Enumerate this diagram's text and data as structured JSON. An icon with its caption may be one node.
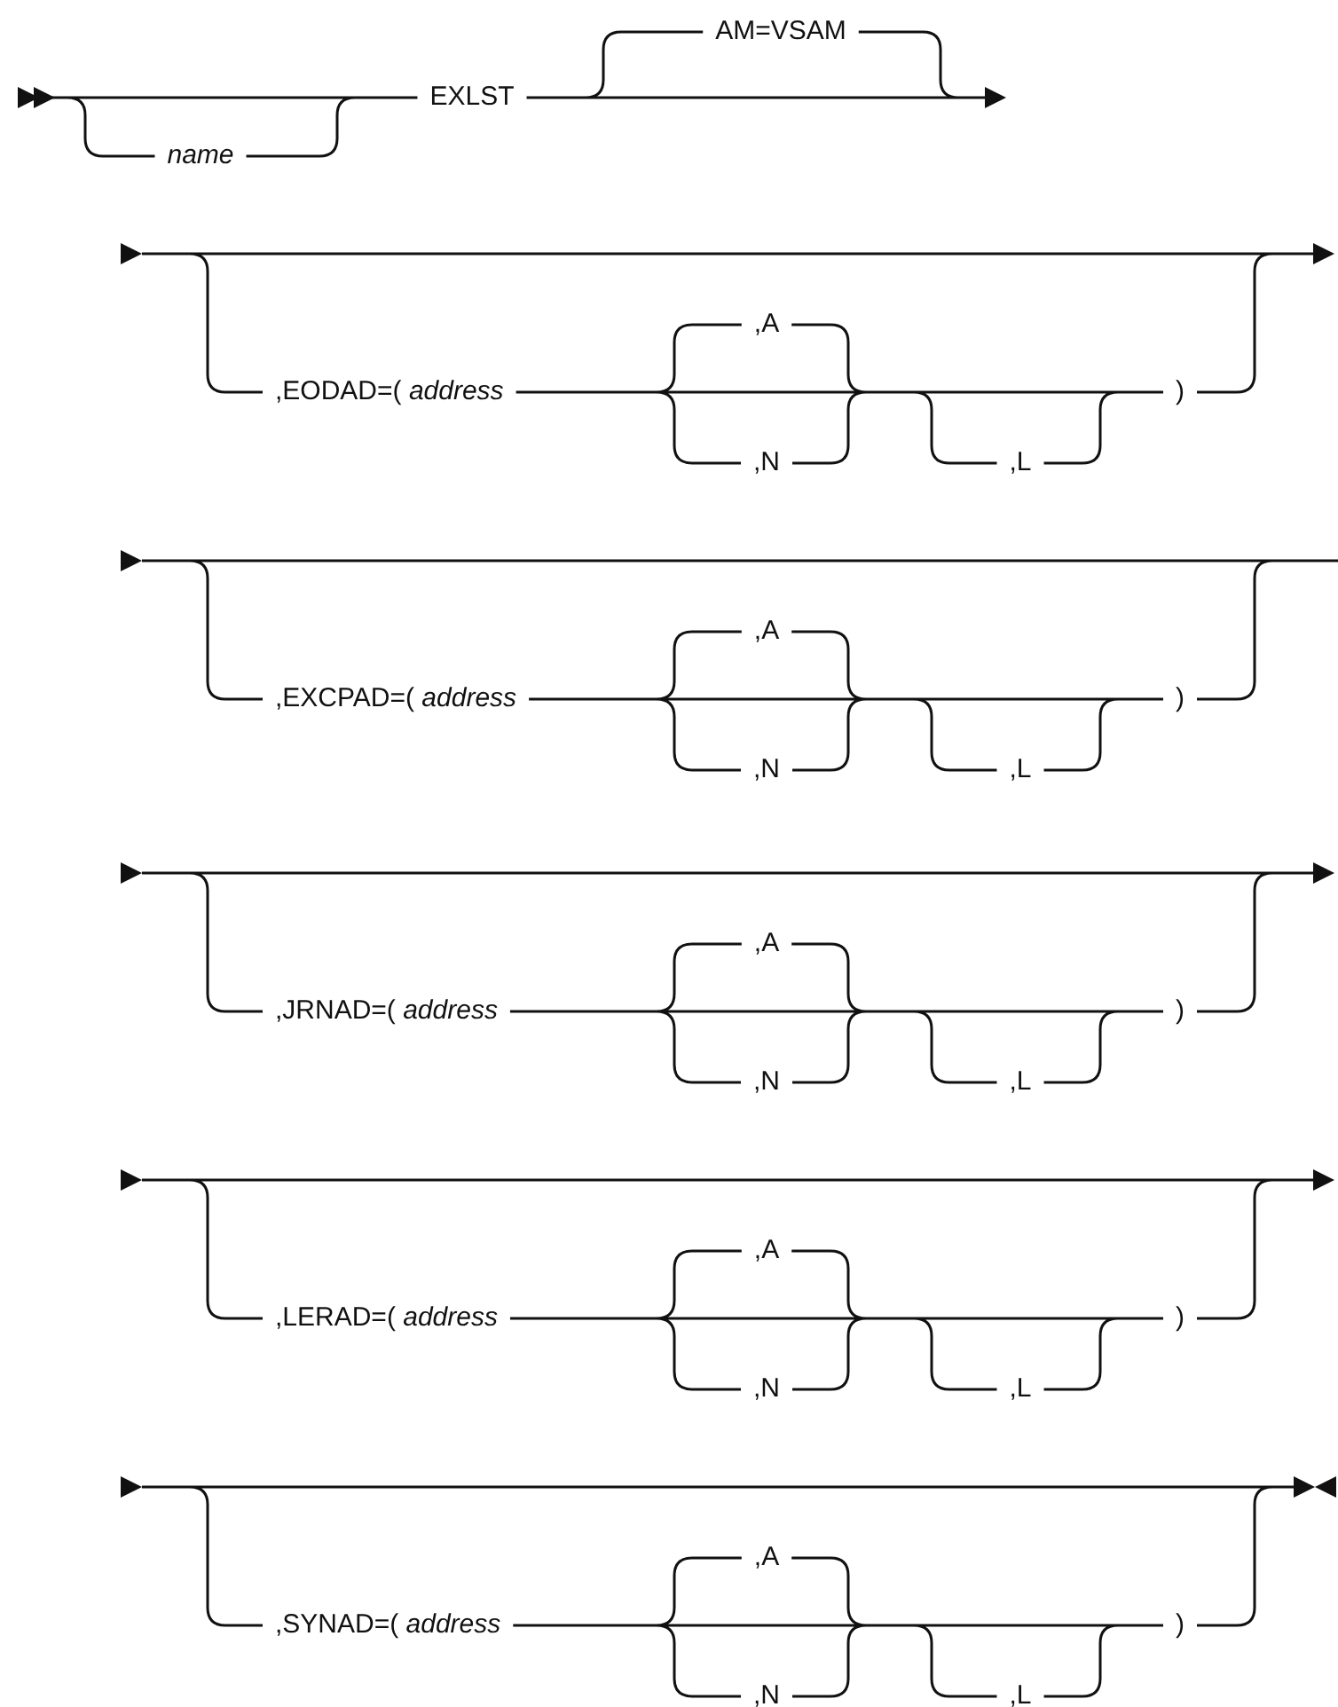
{
  "diagram": {
    "labels": [
      "name",
      "EXLST",
      "AM=VSAM",
      ",EODAD=( *address*",
      ",A",
      ",N",
      ",L",
      ")",
      ",EXCPAD=( *address*",
      ",A",
      ",N",
      ",L",
      ")",
      ",JRNAD=( *address*",
      ",A",
      ",N",
      ",L",
      ")",
      ",LERAD=( *address*",
      ",A",
      ",N",
      ",L",
      ")",
      ",SYNAD=( *address*",
      ",A",
      ",N",
      ",L",
      ")"
    ]
  }
}
